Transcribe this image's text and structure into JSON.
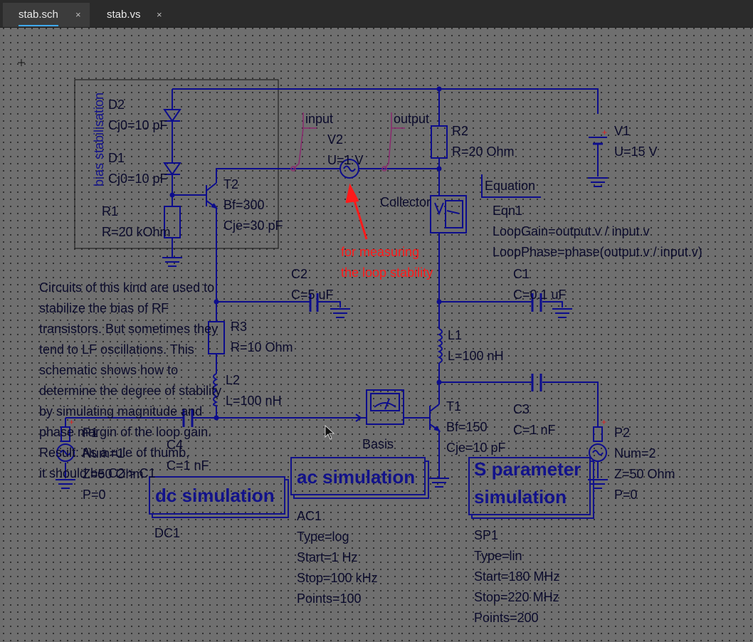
{
  "tabs": [
    {
      "label": "stab.sch",
      "active": true,
      "close": "×"
    },
    {
      "label": "stab.vs",
      "active": false,
      "close": "×"
    }
  ],
  "frame_title": "bias stabilisation",
  "components": {
    "D2": {
      "name": "D2",
      "param": "Cj0=10 pF"
    },
    "D1": {
      "name": "D1",
      "param": "Cj0=10 pF"
    },
    "R1": {
      "name": "R1",
      "param": "R=20 kOhm"
    },
    "T2": {
      "name": "T2",
      "p1": "Bf=300",
      "p2": "Cje=30 pF"
    },
    "V2": {
      "name": "V2",
      "param": "U=1 V"
    },
    "R2": {
      "name": "R2",
      "param": "R=20 Ohm"
    },
    "V1": {
      "name": "V1",
      "param": "U=15 V"
    },
    "C2": {
      "name": "C2",
      "param": "C=5 uF"
    },
    "C1": {
      "name": "C1",
      "param": "C=0.1 uF"
    },
    "R3": {
      "name": "R3",
      "param": "R=10 Ohm"
    },
    "L1": {
      "name": "L1",
      "param": "L=100 nH"
    },
    "L2": {
      "name": "L2",
      "param": "L=100 nH"
    },
    "C3": {
      "name": "C3",
      "param": "C=1 nF"
    },
    "C4": {
      "name": "C4",
      "param": "C=1 nF"
    },
    "T1": {
      "name": "T1",
      "p1": "Bf=150",
      "p2": "Cje=10 pF"
    },
    "P1": {
      "name": "P1",
      "p1": "Num=1",
      "p2": "Z=50 Ohm",
      "p3": "P=0"
    },
    "P2": {
      "name": "P2",
      "p1": "Num=2",
      "p2": "Z=50 Ohm",
      "p3": "P=0"
    }
  },
  "probes": {
    "input": "input",
    "output": "output",
    "collector": "Collector",
    "basis": "Basis"
  },
  "equation": {
    "title": "Equation",
    "name": "Eqn1",
    "line1": "LoopGain=output.v / input.v",
    "line2": "LoopPhase=phase(output.v / input.v)"
  },
  "annotation": {
    "line1": "for measuring",
    "line2": "the loop stability"
  },
  "description": [
    "Circuits of this kind are used to",
    "stabilize the bias of RF",
    "transistors. But sometimes they",
    "tend to LF oscillations. This",
    "schematic shows how to",
    "determine the degree of stability",
    "by simulating magnitude and",
    "phase margin of the loop gain.",
    "Result: As a rule of thumb,",
    "it should be C2 > C1"
  ],
  "simulations": {
    "dc": {
      "title": "dc simulation",
      "name": "DC1"
    },
    "ac": {
      "title": "ac simulation",
      "name": "AC1",
      "p1": "Type=log",
      "p2": "Start=1 Hz",
      "p3": "Stop=100 kHz",
      "p4": "Points=100"
    },
    "sp": {
      "title1": "S parameter",
      "title2": "simulation",
      "name": "SP1",
      "p1": "Type=lin",
      "p2": "Start=180 MHz",
      "p3": "Stop=220 MHz",
      "p4": "Points=200"
    }
  },
  "colors": {
    "wire": "#0d0d8c",
    "annotation": "#ff1a1a",
    "probe": "#8a2a6e",
    "tab_accent": "#3fa9f5",
    "canvas": "#6f6f6f"
  }
}
